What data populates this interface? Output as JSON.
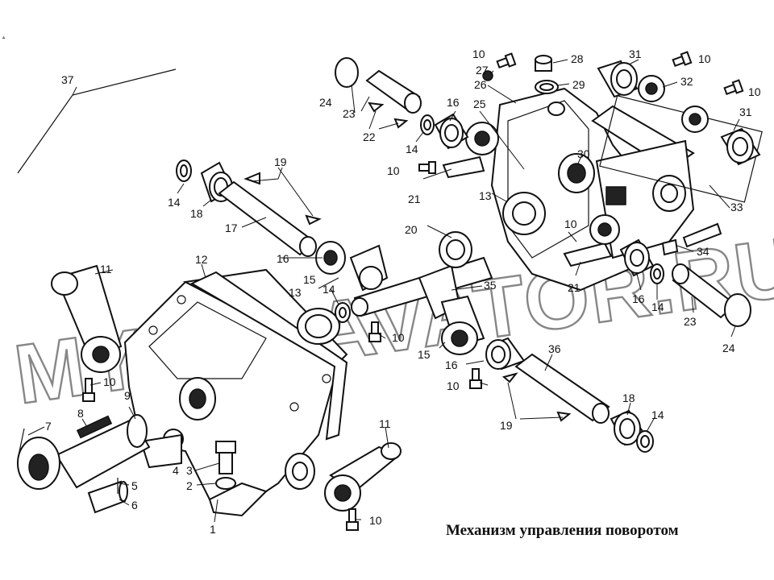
{
  "corner_mark": "ꭺ",
  "caption": "Механизм управления поворотом",
  "watermark": "MYEXCAVATOR.RU",
  "labels": {
    "l1": "1",
    "l2": "2",
    "l3": "3",
    "l4": "4",
    "l5": "5",
    "l6": "6",
    "l7": "7",
    "l8": "8",
    "l9": "9",
    "l10a": "10",
    "l10b": "10",
    "l10c": "10",
    "l10d": "10",
    "l10e": "10",
    "l10f": "10",
    "l10g": "10",
    "l10h": "10",
    "l10i": "10",
    "l11a": "11",
    "l11b": "11",
    "l12": "12",
    "l13a": "13",
    "l13b": "13",
    "l14a": "14",
    "l14b": "14",
    "l14c": "14",
    "l14d": "14",
    "l14e": "14",
    "l15a": "15",
    "l15b": "15",
    "l16a": "16",
    "l16b": "16",
    "l16c": "16",
    "l16d": "16",
    "l17": "17",
    "l18a": "18",
    "l18b": "18",
    "l19a": "19",
    "l19b": "19",
    "l20": "20",
    "l21a": "21",
    "l21b": "21",
    "l22": "22",
    "l23a": "23",
    "l23b": "23",
    "l24a": "24",
    "l24b": "24",
    "l25": "25",
    "l26": "26",
    "l27": "27",
    "l28": "28",
    "l29": "29",
    "l30": "30",
    "l31a": "31",
    "l31b": "31",
    "l32": "32",
    "l33": "33",
    "l34": "34",
    "l35": "35",
    "l36": "36",
    "l37": "37"
  }
}
